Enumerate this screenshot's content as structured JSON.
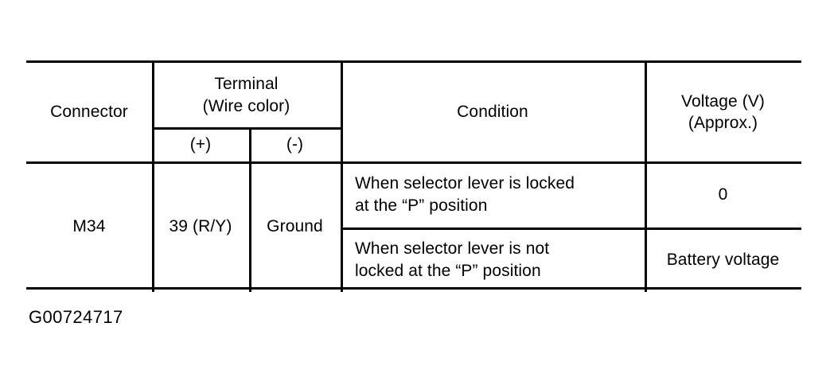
{
  "table": {
    "headers": {
      "connector": "Connector",
      "terminal_line1": "Terminal",
      "terminal_line2": "(Wire color)",
      "terminal_positive": "(+)",
      "terminal_negative": "(-)",
      "condition": "Condition",
      "voltage_line1": "Voltage (V)",
      "voltage_line2": "(Approx.)"
    },
    "rows": [
      {
        "connector": "M34",
        "terminal_positive": "39 (R/Y)",
        "terminal_negative": "Ground",
        "conditions": [
          {
            "line1": "When selector lever is locked",
            "line2": "at the “P” position",
            "voltage": "0"
          },
          {
            "line1": "When selector lever is not",
            "line2": "locked at the “P” position",
            "voltage": "Battery voltage"
          }
        ]
      }
    ]
  },
  "caption": "G00724717",
  "colors": {
    "background": "#ffffff",
    "text": "#000000",
    "rule": "#000000"
  }
}
